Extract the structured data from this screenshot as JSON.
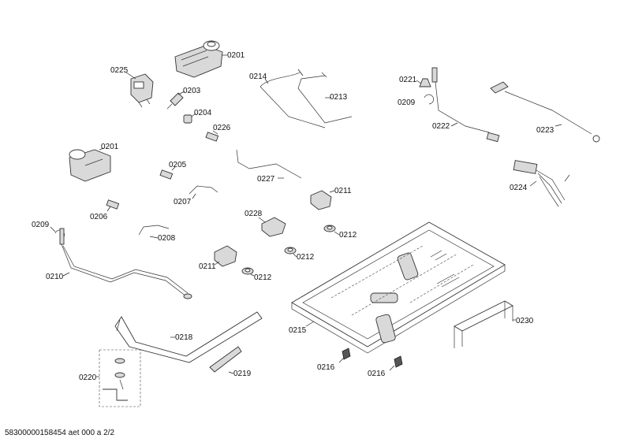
{
  "footer": {
    "document_id": "58300000158454 aet 000 a 2/2"
  },
  "labels": {
    "l0201a": "0201",
    "l0225": "0225",
    "l0203": "0203",
    "l0204": "0204",
    "l0226": "0226",
    "l0214": "0214",
    "l0213": "0213",
    "l0221": "0221",
    "l0209a": "0209",
    "l0222": "0222",
    "l0223": "0223",
    "l0201b": "0201",
    "l0205": "0205",
    "l0227": "0227",
    "l0211a": "0211",
    "l0224": "0224",
    "l0206": "0206",
    "l0207": "0207",
    "l0209b": "0209",
    "l0208": "0208",
    "l0228": "0228",
    "l0212a": "0212",
    "l0211b": "0211",
    "l0212b": "0212",
    "l0210": "0210",
    "l0212c": "0212",
    "l0215": "0215",
    "l0230": "0230",
    "l0218": "0218",
    "l0220": "0220",
    "l0219": "0219",
    "l0216a": "0216",
    "l0216b": "0216"
  }
}
